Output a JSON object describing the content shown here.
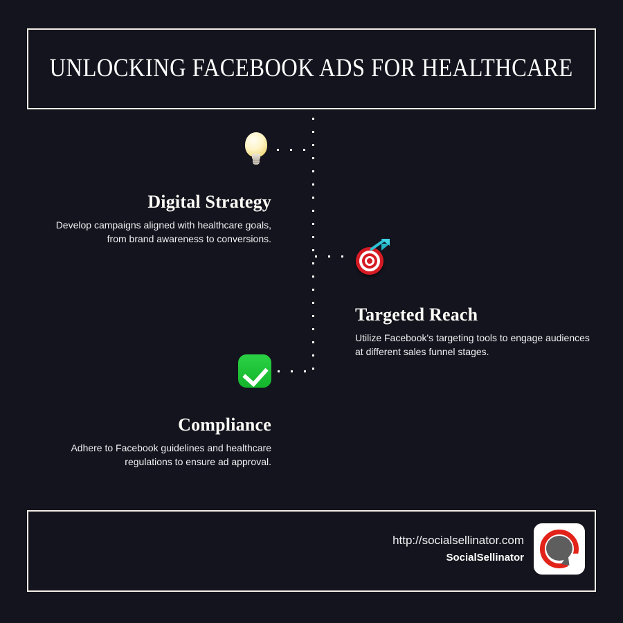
{
  "theme": {
    "background": "#14141e",
    "border": "#f3efe6",
    "text": "#ffffff",
    "accent_red": "#e2231a",
    "accent_green": "#16b82e"
  },
  "header": {
    "title": "Unlocking Facebook Ads for Healthcare"
  },
  "sections": [
    {
      "icon": "lightbulb-icon",
      "heading": "Digital Strategy",
      "body": "Develop campaigns aligned with healthcare goals, from brand awareness to conversions."
    },
    {
      "icon": "dartboard-target-icon",
      "heading": "Targeted Reach",
      "body": "Utilize Facebook's targeting tools to engage audiences at different sales funnel stages."
    },
    {
      "icon": "green-check-icon",
      "heading": "Compliance",
      "body": "Adhere to Facebook guidelines and healthcare regulations to ensure ad approval."
    }
  ],
  "footer": {
    "url": "http://socialsellinator.com",
    "brand": "SocialSellinator",
    "logo": "socialsellinator-logo"
  }
}
